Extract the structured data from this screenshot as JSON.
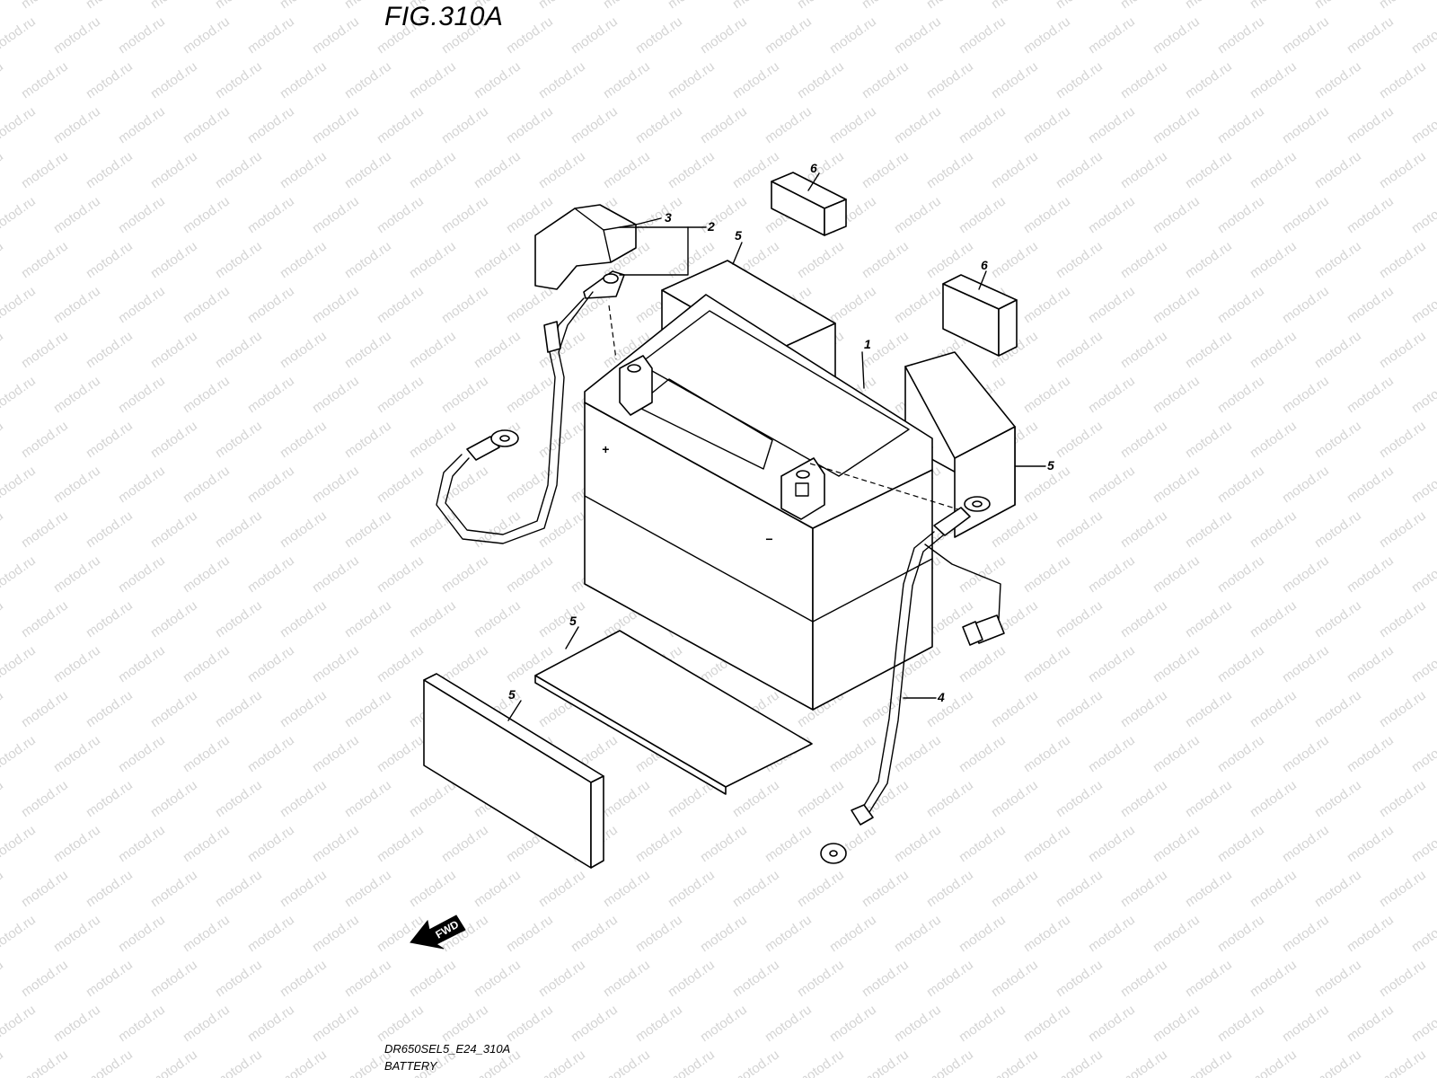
{
  "figure": {
    "title": "FIG.310A",
    "code": "DR650SEL5_E24_310A",
    "name": "BATTERY"
  },
  "watermark": {
    "text": "motod.ru",
    "color": "#d4d4d4"
  },
  "callouts": {
    "battery": "1",
    "positive_lead": "2",
    "terminal_cover": "3",
    "negative_lead": "4",
    "pad_upper_left": "5",
    "pad_right": "5",
    "pad_bottom_center": "5",
    "pad_bottom_left": "5",
    "spacer_top": "6",
    "spacer_right": "6"
  },
  "terminals": {
    "positive": "+",
    "negative": "−"
  },
  "forward_arrow": {
    "label": "FWD"
  }
}
